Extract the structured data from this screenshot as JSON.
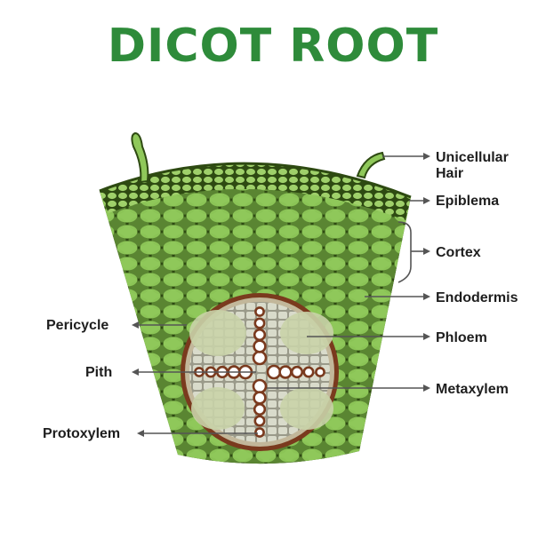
{
  "title": "DICOT ROOT",
  "colors": {
    "title": "#2e8b3a",
    "cortex_fill": "#8fc85a",
    "cortex_dark": "#2e4a12",
    "stele_fill": "#d6d8c8",
    "phloem_fill": "#c9d3a8",
    "xylem_ring": "#7a3a1e"
  },
  "labels": {
    "unicellular_hair_line1": "Unicellular",
    "unicellular_hair_line2": "Hair",
    "epiblema": "Epiblema",
    "cortex": "Cortex",
    "endodermis": "Endodermis",
    "pericycle": "Pericycle",
    "phloem": "Phloem",
    "pith": "Pith",
    "metaxylem": "Metaxylem",
    "protoxylem": "Protoxylem"
  }
}
